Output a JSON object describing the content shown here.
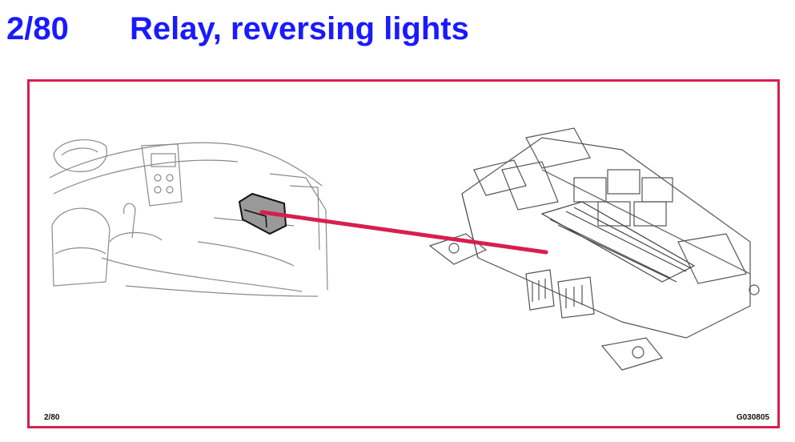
{
  "header": {
    "number": "2/80",
    "title": "Relay, reversing lights"
  },
  "figure": {
    "page_ref": "2/80",
    "image_code": "G030805",
    "illustrations": [
      "car-interior-drawing",
      "central-electronic-module-drawing"
    ]
  },
  "colors": {
    "title": "#1a1aff",
    "frame": "#d61f4f",
    "pointer": "#d61f4f",
    "lineart": "#666666"
  }
}
